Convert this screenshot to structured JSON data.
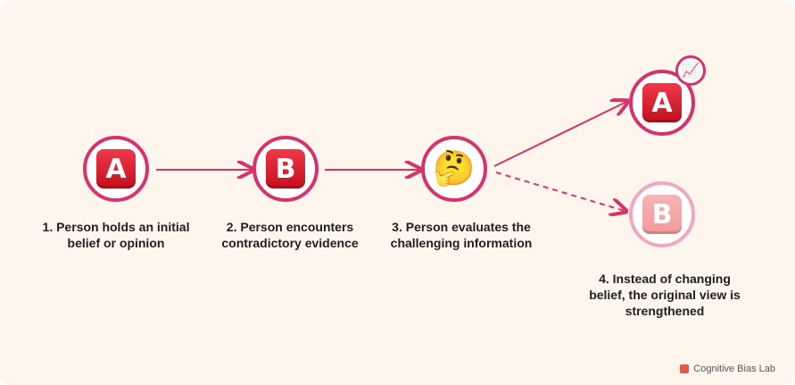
{
  "nodes": [
    {
      "symbol": "A"
    },
    {
      "symbol": "B"
    },
    {
      "symbol": "🤔"
    },
    {
      "symbol": "A",
      "badge": "📈"
    },
    {
      "symbol": "B"
    }
  ],
  "steps": [
    {
      "line1": "1. Person holds an initial",
      "line2": "belief or opinion"
    },
    {
      "line1": "2. Person encounters",
      "line2": "contradictory evidence"
    },
    {
      "line1": "3. Person evaluates the",
      "line2": "challenging information"
    },
    {
      "line1": "4. Instead of changing",
      "line2": "belief, the original view is",
      "line3": "strengthened"
    }
  ],
  "brand": {
    "name": "Cognitive Bias Lab",
    "icon": "flag-icon"
  },
  "colors": {
    "accent": "#d6336c",
    "faded": "#f0a8c0",
    "background": "#fef5ec"
  }
}
